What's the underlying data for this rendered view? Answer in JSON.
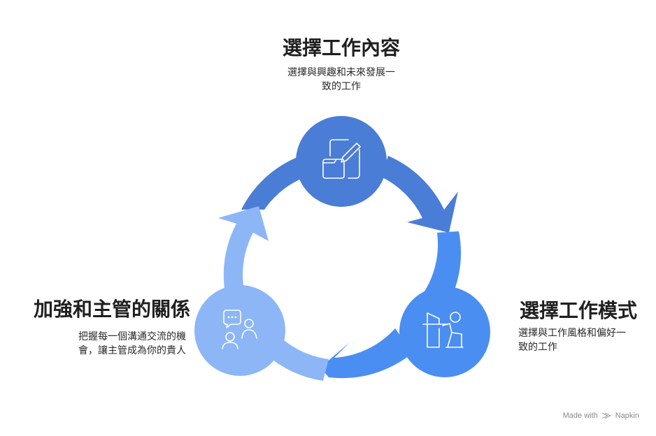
{
  "steps": {
    "top": {
      "title": "選擇工作內容",
      "desc_line1": "選擇與興趣和未來發展一",
      "desc_line2": "致的工作",
      "icon": "notepad-pencil-icon",
      "color": "#4A7DD6"
    },
    "right": {
      "title": "選擇工作模式",
      "desc_line1": "選擇與工作風格和偏好一",
      "desc_line2": "致的工作",
      "icon": "person-at-desk-icon",
      "color": "#4B8EF1"
    },
    "left": {
      "title": "加強和主管的關係",
      "desc_line1": "把握每一個溝通交流的機",
      "desc_line2": "會，讓主管成為你的貴人",
      "icon": "people-conversation-icon",
      "color": "#8DB6F7"
    }
  },
  "footer": {
    "made_with": "Made with",
    "brand": "Napkin"
  }
}
